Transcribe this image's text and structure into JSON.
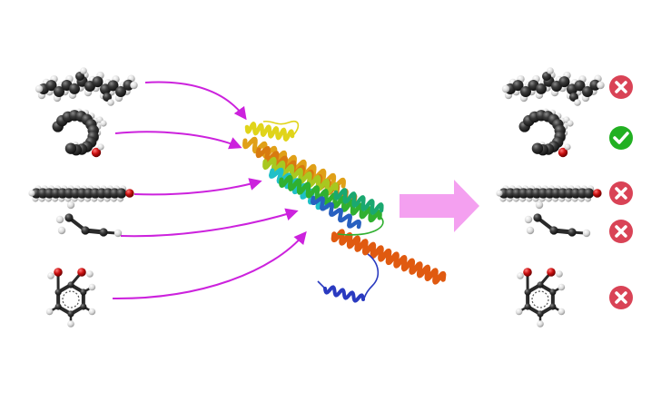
{
  "diagram": {
    "molecules": [
      {
        "name": "branched-alkane",
        "result": "rejected"
      },
      {
        "name": "curled-fatty-acid",
        "result": "accepted"
      },
      {
        "name": "linear-fatty-acid",
        "result": "rejected"
      },
      {
        "name": "propyne",
        "result": "rejected"
      },
      {
        "name": "catechol",
        "result": "rejected"
      }
    ],
    "colors": {
      "arrow": "#cc22dd",
      "big_arrow": "#f4a0f0",
      "accept": "#22b022",
      "reject": "#d94356",
      "carbon": "#303030",
      "hydrogen": "#e8e8e8",
      "oxygen": "#cc1111"
    },
    "icons": {
      "accepted": "check-circle-icon",
      "rejected": "x-circle-icon"
    }
  }
}
